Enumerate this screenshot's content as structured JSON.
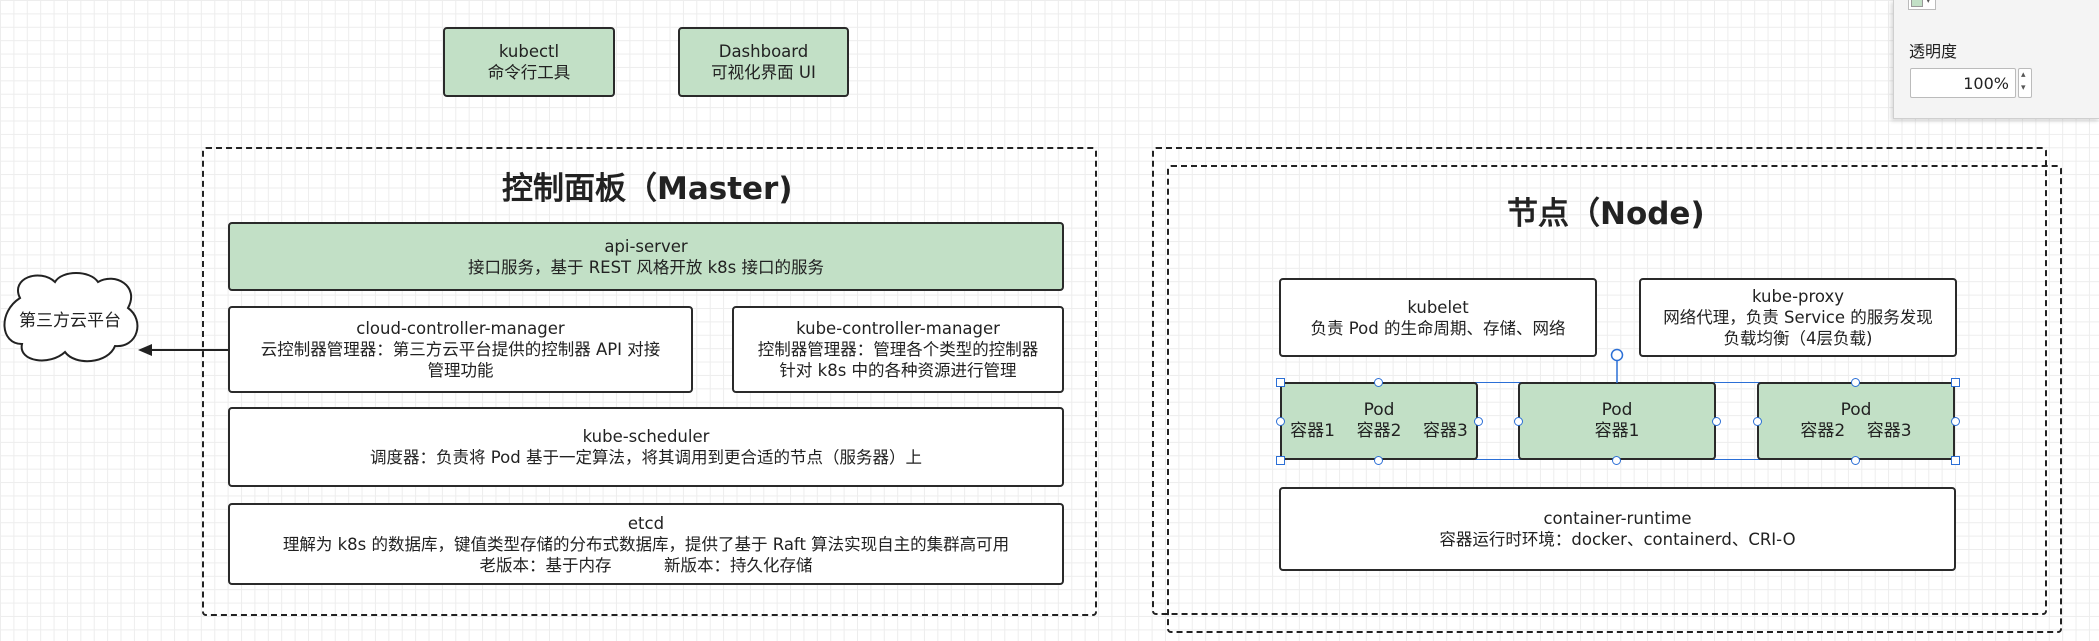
{
  "top": {
    "kubectl": {
      "name": "kubectl",
      "desc": "命令行工具"
    },
    "dashboard": {
      "name": "Dashboard",
      "desc": "可视化界面 UI"
    }
  },
  "master": {
    "title": "控制面板（Master)",
    "api_server": {
      "name": "api-server",
      "desc": "接口服务，基于 REST 风格开放 k8s 接口的服务"
    },
    "ccm": {
      "name": "cloud-controller-manager",
      "desc1": "云控制器管理器：第三方云平台提供的控制器 API 对接",
      "desc2": "管理功能"
    },
    "kcm": {
      "name": "kube-controller-manager",
      "desc1": "控制器管理器：管理各个类型的控制器",
      "desc2": "针对 k8s 中的各种资源进行管理"
    },
    "scheduler": {
      "name": "kube-scheduler",
      "desc": "调度器：负责将 Pod 基于一定算法，将其调用到更合适的节点（服务器）上"
    },
    "etcd": {
      "name": "etcd",
      "desc1": "理解为 k8s 的数据库，键值类型存储的分布式数据库，提供了基于 Raft 算法实现自主的集群高可用",
      "desc2": "老版本：基于内存          新版本：持久化存储"
    }
  },
  "cloud": {
    "label": "第三方云平台"
  },
  "node": {
    "title": "节点（Node)",
    "kubelet": {
      "name": "kubelet",
      "desc": "负责 Pod 的生命周期、存储、网络"
    },
    "kube_proxy": {
      "name": "kube-proxy",
      "desc1": "网络代理，负责 Service 的服务发现",
      "desc2": "负载均衡（4层负载)"
    },
    "pods": [
      {
        "name": "Pod",
        "containers": "容器1    容器2    容器3"
      },
      {
        "name": "Pod",
        "containers": "容器1"
      },
      {
        "name": "Pod",
        "containers": "容器2    容器3"
      }
    ],
    "runtime": {
      "name": "container-runtime",
      "desc": "容器运行时环境：docker、containerd、CRI-O"
    }
  },
  "format_panel": {
    "opacity_label": "透明度",
    "opacity_value": "100%"
  }
}
